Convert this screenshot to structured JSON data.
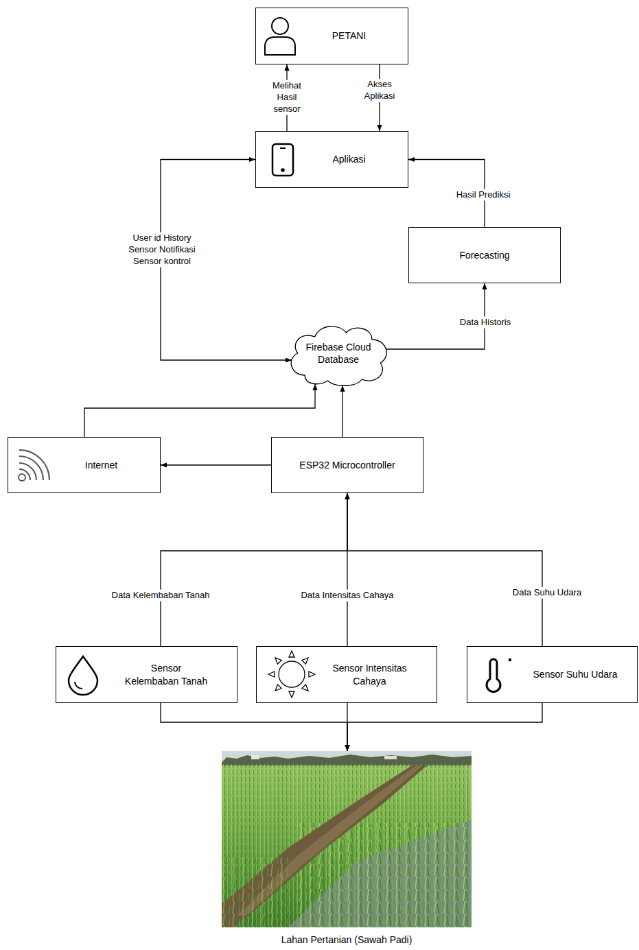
{
  "diagram": {
    "nodes": [
      {
        "text": [
          "PETANI"
        ]
      },
      {
        "text": [
          "Aplikasi"
        ]
      },
      {
        "text": [
          "Forecasting"
        ]
      },
      {
        "text": [
          "Firebase Cloud Database"
        ]
      },
      {
        "text": [
          "Internet"
        ]
      },
      {
        "text": [
          "ESP32 Microcontroller"
        ]
      },
      {
        "text": [
          "Sensor Kelembaban Tanah"
        ]
      },
      {
        "text": [
          "Sensor Intensitas Cahaya"
        ]
      },
      {
        "text": [
          "Sensor Suhu Udara"
        ]
      },
      {
        "text": [
          "Lahan Pertanian (Sawah Padi)"
        ]
      }
    ],
    "edges": [
      {
        "from": 1,
        "to": 0,
        "arrow": "to",
        "label": "Melihat Hasil sensor"
      },
      {
        "from": 0,
        "to": 1,
        "arrow": "to",
        "label": "Akses Aplikasi"
      },
      {
        "from": 3,
        "to": 1,
        "arrow": "both",
        "label": "User id History Sensor Notifikasi Sensor kontrol"
      },
      {
        "from": 3,
        "to": 2,
        "arrow": "to",
        "label": "Data Historis"
      },
      {
        "from": 2,
        "to": 1,
        "arrow": "to",
        "label": "Hasil Prediksi"
      },
      {
        "from": 4,
        "to": 3,
        "arrow": "to"
      },
      {
        "from": 5,
        "to": 4,
        "arrow": "to"
      },
      {
        "from": 5,
        "to": 3,
        "arrow": "to"
      },
      {
        "from": 6,
        "to": 5,
        "arrow": "to",
        "label": "Data Kelembaban Tanah"
      },
      {
        "from": 7,
        "to": 5,
        "arrow": "to",
        "label": "Data Intensitas Cahaya"
      },
      {
        "from": 8,
        "to": 5,
        "arrow": "to",
        "label": "Data Suhu Udara"
      },
      {
        "from": 6,
        "to": 9,
        "arrow": "to"
      },
      {
        "from": 7,
        "to": 9,
        "arrow": "to"
      },
      {
        "from": 8,
        "to": 9,
        "arrow": "to"
      }
    ]
  }
}
